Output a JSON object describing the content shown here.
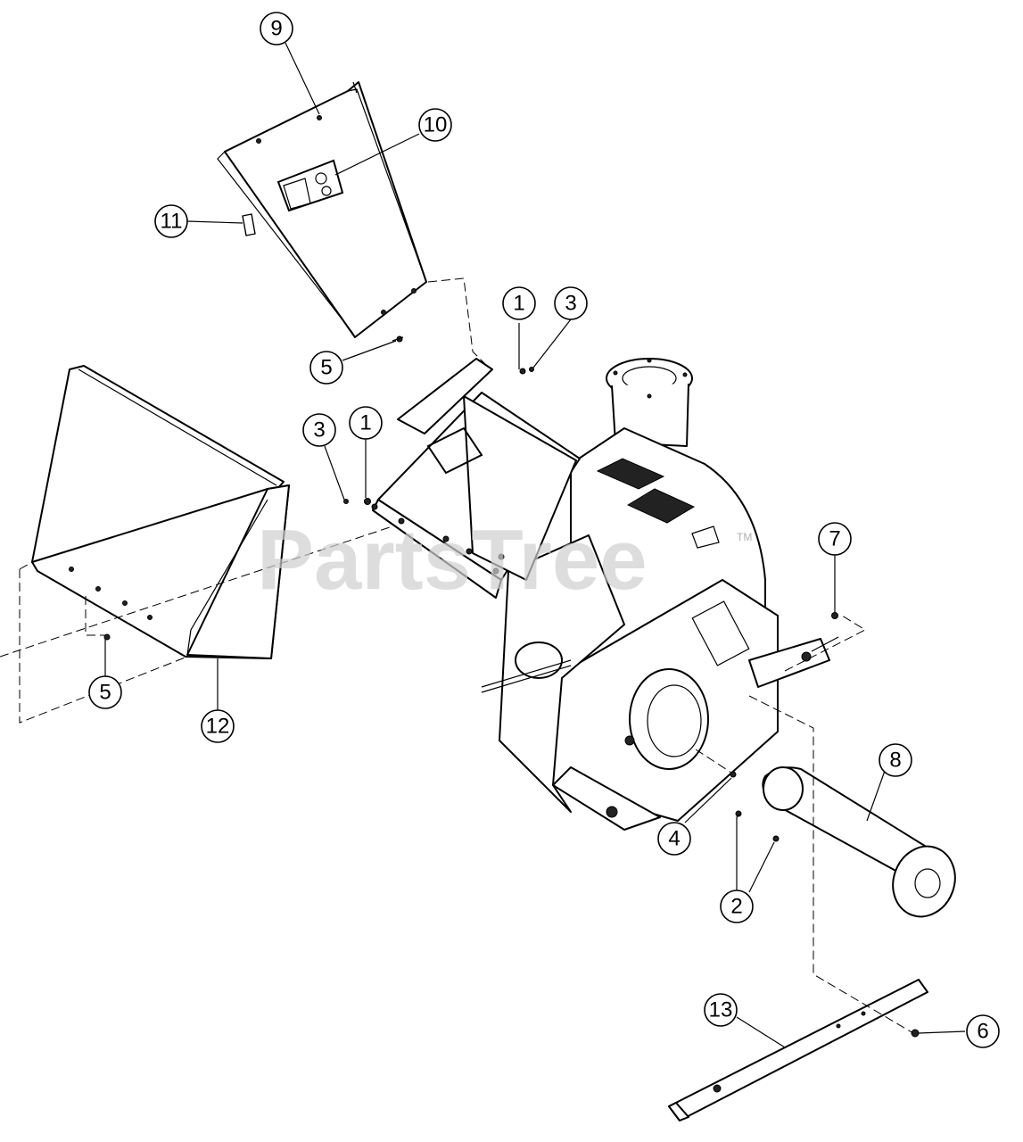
{
  "watermark": {
    "text": "PartsTree",
    "trademark": "TM"
  },
  "callouts": [
    {
      "label": "9"
    },
    {
      "label": "10"
    },
    {
      "label": "11"
    },
    {
      "label": "5"
    },
    {
      "label": "1"
    },
    {
      "label": "3"
    },
    {
      "label": "3"
    },
    {
      "label": "1"
    },
    {
      "label": "7"
    },
    {
      "label": "5"
    },
    {
      "label": "12"
    },
    {
      "label": "8"
    },
    {
      "label": "4"
    },
    {
      "label": "2"
    },
    {
      "label": "13"
    },
    {
      "label": "6"
    }
  ]
}
